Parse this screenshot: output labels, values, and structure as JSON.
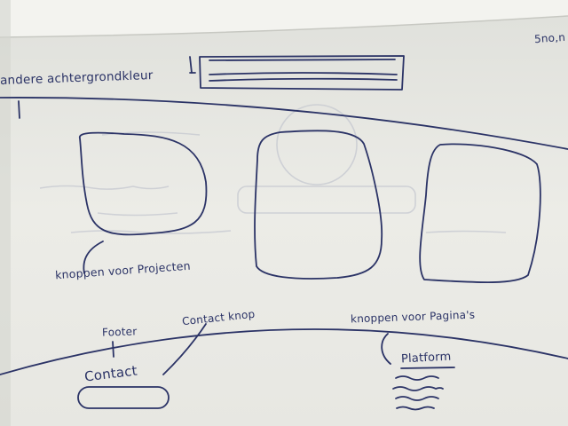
{
  "sketch": {
    "corner_text": "5no,n",
    "background_label": "andere achtergrondkleur",
    "project_buttons_label": "knoppen voor Projecten",
    "footer_label": "Footer",
    "contact_button_label": "Contact knop",
    "page_buttons_label": "knoppen voor Pagina's",
    "contact_text": "Contact",
    "platform_text": "Platform"
  },
  "colors": {
    "ink": "#2b3366",
    "paper": "#ecece6",
    "paper_shadow": "#c9cac5"
  }
}
